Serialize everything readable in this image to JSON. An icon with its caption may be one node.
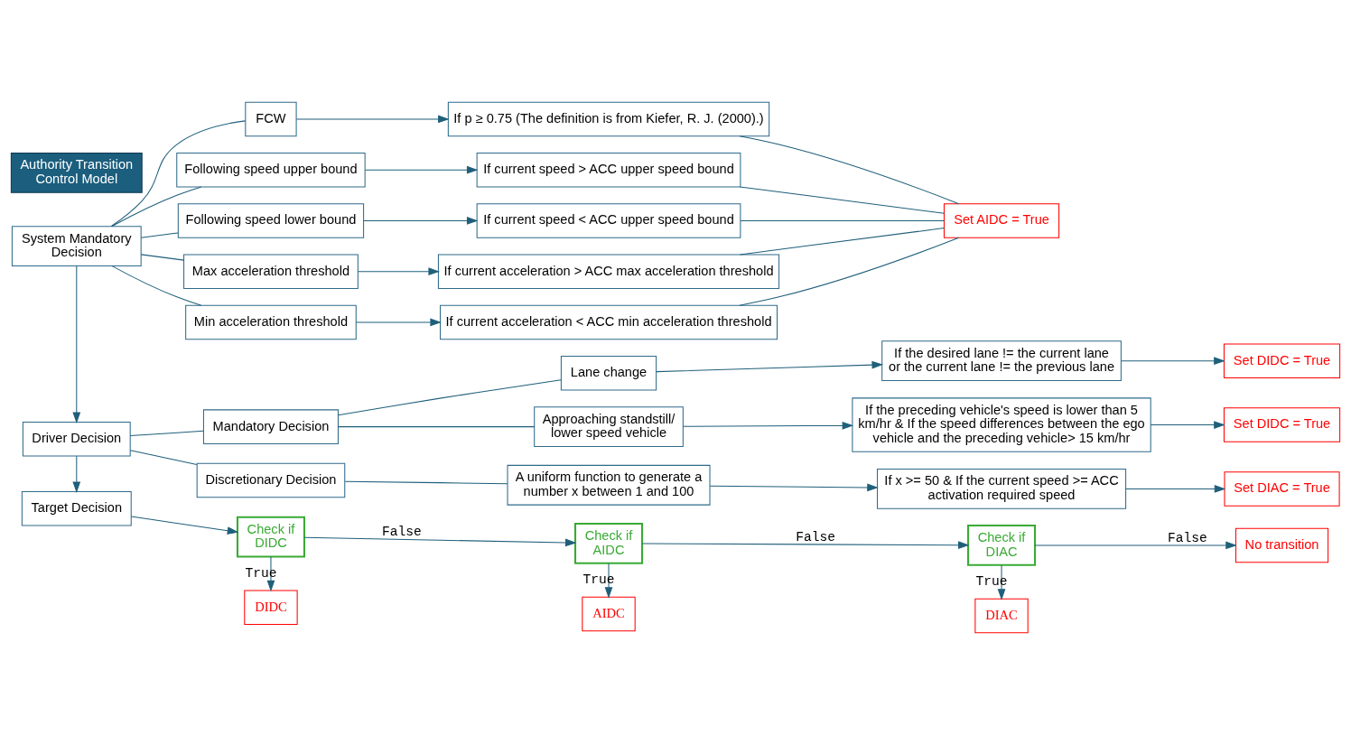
{
  "diagram": {
    "nodes": [
      {
        "text": [
          "Authority Transition Control Model"
        ]
      },
      {
        "text": [
          "System Mandatory Decision"
        ]
      },
      {
        "text": [
          "FCW"
        ]
      },
      {
        "text": [
          "Following speed upper bound"
        ]
      },
      {
        "text": [
          "Following speed lower bound"
        ]
      },
      {
        "text": [
          "Max acceleration threshold"
        ]
      },
      {
        "text": [
          "Min acceleration threshold"
        ]
      },
      {
        "text": [
          "If p ≥ 0.75 (The definition is from Kiefer, R. J. (2000).)"
        ]
      },
      {
        "text": [
          "If current speed > ACC upper speed bound"
        ]
      },
      {
        "text": [
          "If current speed < ACC upper speed bound"
        ]
      },
      {
        "text": [
          "If current acceleration > ACC max acceleration threshold"
        ]
      },
      {
        "text": [
          "If current acceleration < ACC min acceleration threshold"
        ]
      },
      {
        "text": [
          "Set AIDC = True"
        ]
      },
      {
        "text": [
          "Driver Decision"
        ]
      },
      {
        "text": [
          "Mandatory Decision"
        ]
      },
      {
        "text": [
          "Lane change"
        ]
      },
      {
        "text": [
          "Approaching standstill/ lower speed vehicle"
        ]
      },
      {
        "text": [
          "If the desired lane != the current lane or the current lane != the previous lane"
        ]
      },
      {
        "text": [
          "Set DIDC = True"
        ]
      },
      {
        "text": [
          "If the preceding vehicle's speed is lower than 5 km/hr & If the speed differences between the ego vehicle and the preceding vehicle> 15 km/hr"
        ]
      },
      {
        "text": [
          "Set DIDC = True"
        ]
      },
      {
        "text": [
          "Discretionary Decision"
        ]
      },
      {
        "text": [
          "A uniform function to generate a number x between 1 and 100"
        ]
      },
      {
        "text": [
          "If x >= 50 & If the current speed >= ACC activation required speed"
        ]
      },
      {
        "text": [
          "Set DIAC = True"
        ]
      },
      {
        "text": [
          "Target Decision"
        ]
      },
      {
        "text": [
          "Check if DIDC"
        ]
      },
      {
        "text": [
          "Check if AIDC"
        ]
      },
      {
        "text": [
          "Check if DIAC"
        ]
      },
      {
        "text": [
          "No transition"
        ]
      },
      {
        "text": [
          "DIDC"
        ]
      },
      {
        "text": [
          "AIDC"
        ]
      },
      {
        "text": [
          "DIAC"
        ]
      }
    ],
    "edges": [
      {
        "from": 1,
        "to": 2,
        "arrow": "none"
      },
      {
        "from": 1,
        "to": 3,
        "arrow": "none"
      },
      {
        "from": 1,
        "to": 4,
        "arrow": "none"
      },
      {
        "from": 1,
        "to": 5,
        "arrow": "none"
      },
      {
        "from": 1,
        "to": 6,
        "arrow": "none"
      },
      {
        "from": 2,
        "to": 7,
        "arrow": "to"
      },
      {
        "from": 3,
        "to": 8,
        "arrow": "to"
      },
      {
        "from": 4,
        "to": 9,
        "arrow": "to"
      },
      {
        "from": 5,
        "to": 10,
        "arrow": "to"
      },
      {
        "from": 6,
        "to": 11,
        "arrow": "to"
      },
      {
        "from": 7,
        "to": 12,
        "arrow": "none"
      },
      {
        "from": 8,
        "to": 12,
        "arrow": "none"
      },
      {
        "from": 9,
        "to": 12,
        "arrow": "none"
      },
      {
        "from": 10,
        "to": 12,
        "arrow": "none"
      },
      {
        "from": 11,
        "to": 12,
        "arrow": "none"
      },
      {
        "from": 1,
        "to": 13,
        "arrow": "to"
      },
      {
        "from": 13,
        "to": 14,
        "arrow": "none"
      },
      {
        "from": 13,
        "to": 21,
        "arrow": "none"
      },
      {
        "from": 14,
        "to": 15,
        "arrow": "none"
      },
      {
        "from": 14,
        "to": 16,
        "arrow": "none"
      },
      {
        "from": 15,
        "to": 17,
        "arrow": "to"
      },
      {
        "from": 17,
        "to": 18,
        "arrow": "to"
      },
      {
        "from": 16,
        "to": 19,
        "arrow": "to"
      },
      {
        "from": 19,
        "to": 20,
        "arrow": "to"
      },
      {
        "from": 21,
        "to": 22,
        "arrow": "none"
      },
      {
        "from": 22,
        "to": 23,
        "arrow": "to"
      },
      {
        "from": 23,
        "to": 24,
        "arrow": "to"
      },
      {
        "from": 13,
        "to": 25,
        "arrow": "to"
      },
      {
        "from": 25,
        "to": 26,
        "arrow": "to"
      },
      {
        "from": 26,
        "to": 27,
        "arrow": "to",
        "label": "False"
      },
      {
        "from": 27,
        "to": 28,
        "arrow": "to",
        "label": "False"
      },
      {
        "from": 28,
        "to": 29,
        "arrow": "to",
        "label": "False"
      },
      {
        "from": 26,
        "to": 30,
        "arrow": "to",
        "label": "True"
      },
      {
        "from": 27,
        "to": 31,
        "arrow": "to",
        "label": "True"
      },
      {
        "from": 28,
        "to": 32,
        "arrow": "to",
        "label": "True"
      }
    ]
  }
}
